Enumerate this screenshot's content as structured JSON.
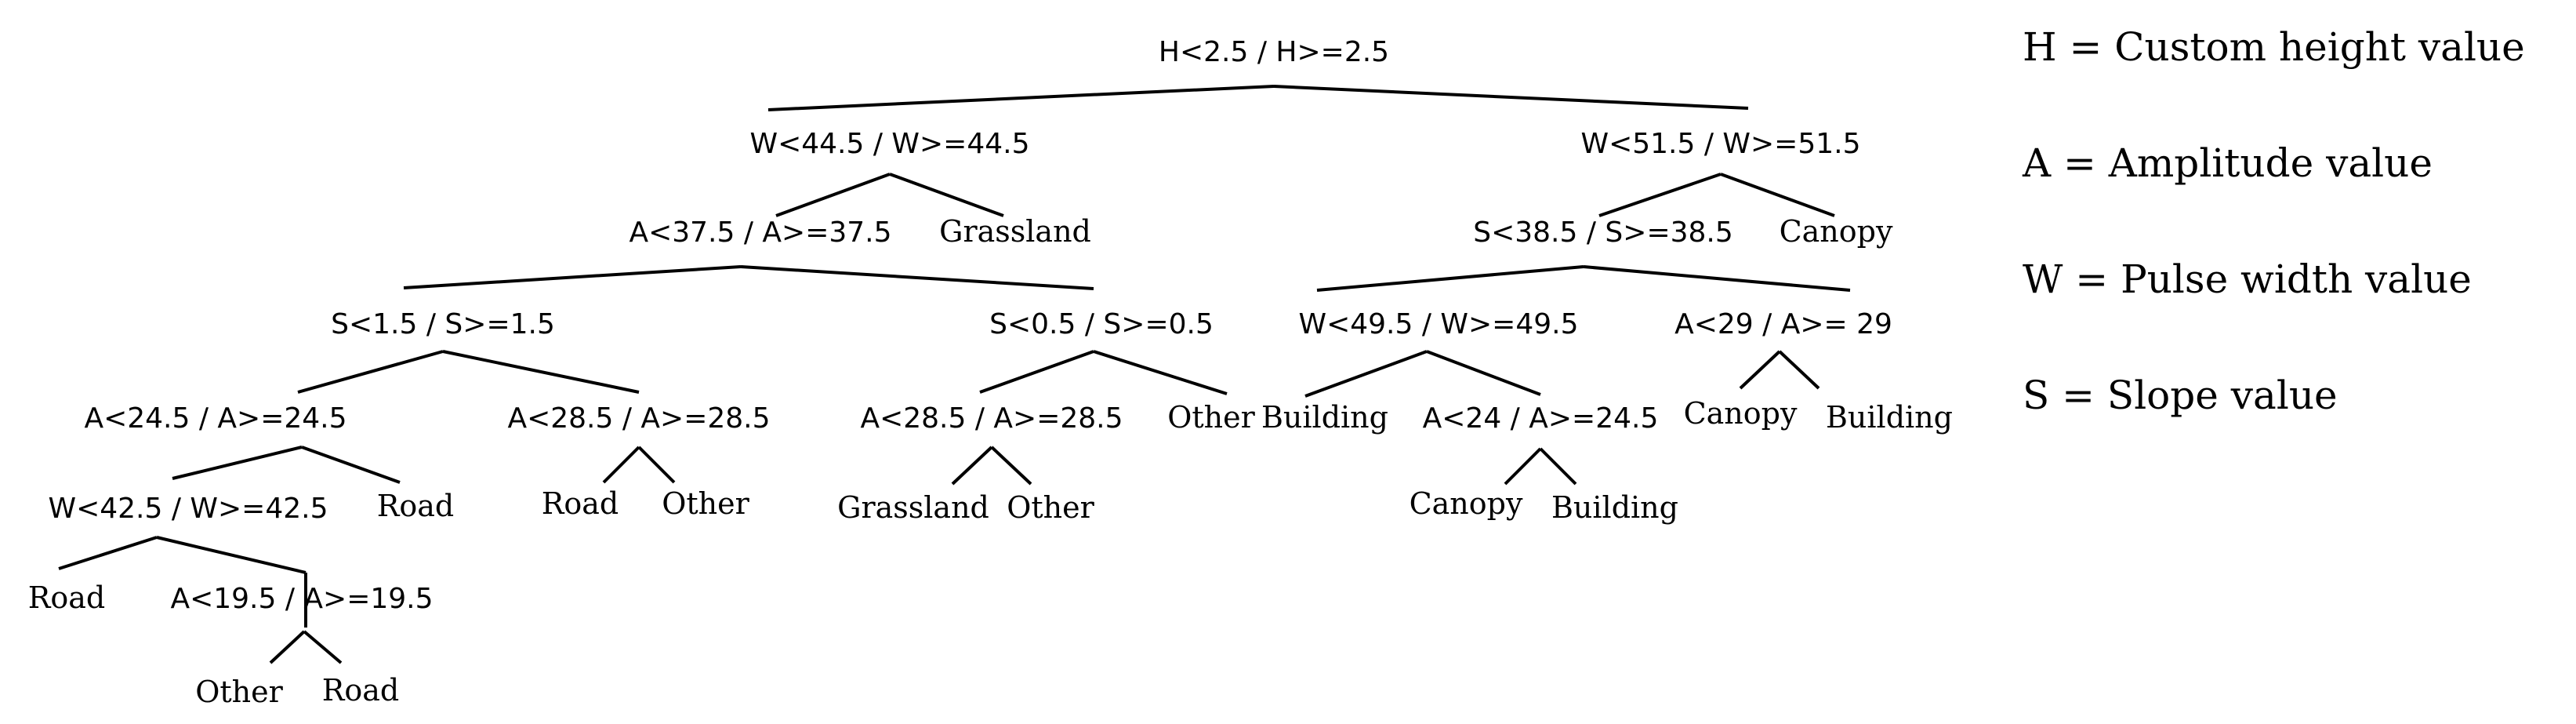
{
  "tree": {
    "splits": {
      "root": "H<2.5 / H>=2.5",
      "w445": "W<44.5 / W>=44.5",
      "w515": "W<51.5 / W>=51.5",
      "a375": "A<37.5 / A>=37.5",
      "s385": "S<38.5 / S>=38.5",
      "s15": "S<1.5 / S>=1.5",
      "s05": "S<0.5 / S>=0.5",
      "w495": "W<49.5 / W>=49.5",
      "a29": "A<29 / A>= 29",
      "a245": "A<24.5 / A>=24.5",
      "a285a": "A<28.5 / A>=28.5",
      "a285b": "A<28.5 / A>=28.5",
      "a24": "A<24 / A>=24.5",
      "w425": "W<42.5 / W>=42.5",
      "a195": "A<19.5 / A>=19.5"
    },
    "leaves": {
      "grassland1": "Grassland",
      "canopy1": "Canopy",
      "other1": "Other",
      "building1": "Building",
      "canopy2": "Canopy",
      "building2": "Building",
      "road1": "Road",
      "road2": "Road",
      "other2": "Other",
      "grassland2": "Grassland",
      "other3": "Other",
      "canopy3": "Canopy",
      "building3": "Building",
      "road3": "Road",
      "other4": "Other",
      "road4": "Road"
    }
  },
  "legend": [
    "H = Custom height value",
    "A = Amplitude value",
    "W = Pulse width value",
    "S = Slope value"
  ]
}
